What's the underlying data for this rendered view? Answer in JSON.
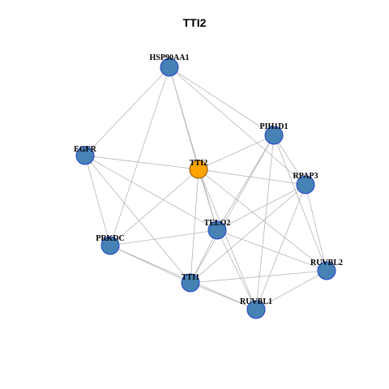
{
  "title": "TTI2",
  "colors": {
    "node_default": "#4682B4",
    "node_query": "#FFA500",
    "node_stroke_default": "#1F3FCC",
    "node_stroke_query": "#8B4A00",
    "edge": "#B5B5B5"
  },
  "graph": {
    "nodes": [
      {
        "id": "HSP90AA1",
        "label": "HSP90AA1",
        "query": false
      },
      {
        "id": "PIH1D1",
        "label": "PIH1D1",
        "query": false
      },
      {
        "id": "EGFR",
        "label": "EGFR",
        "query": false
      },
      {
        "id": "TTI2",
        "label": "TTI2",
        "query": true
      },
      {
        "id": "RPAP3",
        "label": "RPAP3",
        "query": false
      },
      {
        "id": "TELO2",
        "label": "TELO2",
        "query": false
      },
      {
        "id": "PRKDC",
        "label": "PRKDC",
        "query": false
      },
      {
        "id": "RUVBL2",
        "label": "RUVBL2",
        "query": false
      },
      {
        "id": "TTI1",
        "label": "TTI1",
        "query": false
      },
      {
        "id": "RUVBL1",
        "label": "RUVBL1",
        "query": false
      }
    ],
    "edges": [
      [
        "HSP90AA1",
        "EGFR"
      ],
      [
        "HSP90AA1",
        "PRKDC"
      ],
      [
        "HSP90AA1",
        "TTI2"
      ],
      [
        "HSP90AA1",
        "PIH1D1"
      ],
      [
        "HSP90AA1",
        "RPAP3"
      ],
      [
        "HSP90AA1",
        "TELO2"
      ],
      [
        "EGFR",
        "TTI2"
      ],
      [
        "EGFR",
        "PRKDC"
      ],
      [
        "EGFR",
        "TELO2"
      ],
      [
        "EGFR",
        "TTI1"
      ],
      [
        "TTI2",
        "PIH1D1"
      ],
      [
        "TTI2",
        "RPAP3"
      ],
      [
        "TTI2",
        "TELO2"
      ],
      [
        "TTI2",
        "TTI1"
      ],
      [
        "TTI2",
        "PRKDC"
      ],
      [
        "TTI2",
        "RUVBL1"
      ],
      [
        "TTI2",
        "RUVBL2"
      ],
      [
        "PIH1D1",
        "RPAP3"
      ],
      [
        "PIH1D1",
        "TELO2"
      ],
      [
        "PIH1D1",
        "TTI1"
      ],
      [
        "PIH1D1",
        "RUVBL1"
      ],
      [
        "PIH1D1",
        "RUVBL2"
      ],
      [
        "RPAP3",
        "TELO2"
      ],
      [
        "RPAP3",
        "TTI1"
      ],
      [
        "RPAP3",
        "RUVBL1"
      ],
      [
        "RPAP3",
        "RUVBL2"
      ],
      [
        "TELO2",
        "PRKDC"
      ],
      [
        "TELO2",
        "TTI1"
      ],
      [
        "TELO2",
        "RUVBL1"
      ],
      [
        "TELO2",
        "RUVBL2"
      ],
      [
        "PRKDC",
        "TTI1"
      ],
      [
        "PRKDC",
        "RUVBL1"
      ],
      [
        "TTI1",
        "RUVBL1"
      ],
      [
        "TTI1",
        "RUVBL2"
      ],
      [
        "RUVBL1",
        "RUVBL2"
      ]
    ]
  }
}
